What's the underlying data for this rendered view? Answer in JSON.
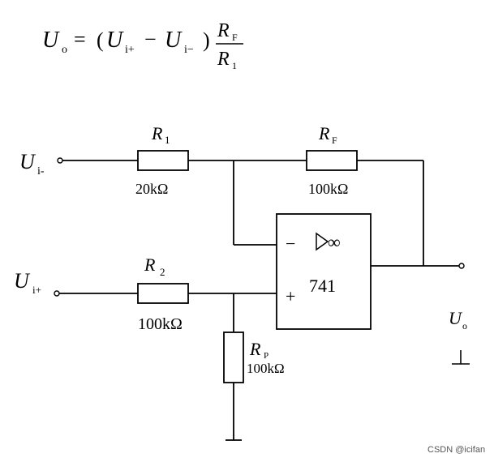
{
  "formula": {
    "lhs": "U",
    "lhs_sub": "o",
    "equals": "=",
    "open": "(",
    "t1": "U",
    "t1_sub": "i+",
    "minus": "−",
    "t2": "U",
    "t2_sub": "i−",
    "close": ")",
    "num": "R",
    "num_sub": "F",
    "den": "R",
    "den_sub": "1"
  },
  "terminals": {
    "ui_minus": {
      "symbol": "U",
      "sub": "i-"
    },
    "ui_plus": {
      "symbol": "U",
      "sub": "i+"
    },
    "uo": {
      "symbol": "U",
      "sub": "o"
    }
  },
  "resistors": {
    "r1": {
      "symbol": "R",
      "sub": "1",
      "value": "20kΩ"
    },
    "rf": {
      "symbol": "R",
      "sub": "F",
      "value": "100kΩ"
    },
    "r2": {
      "symbol": "R",
      "sub": "2",
      "value": "100kΩ"
    },
    "rp": {
      "symbol": "R",
      "sub": "P",
      "value": "100kΩ"
    }
  },
  "opamp": {
    "inv": "−",
    "noninv": "+",
    "infinity": "∞",
    "model": "741"
  },
  "watermark": "CSDN @icifan"
}
